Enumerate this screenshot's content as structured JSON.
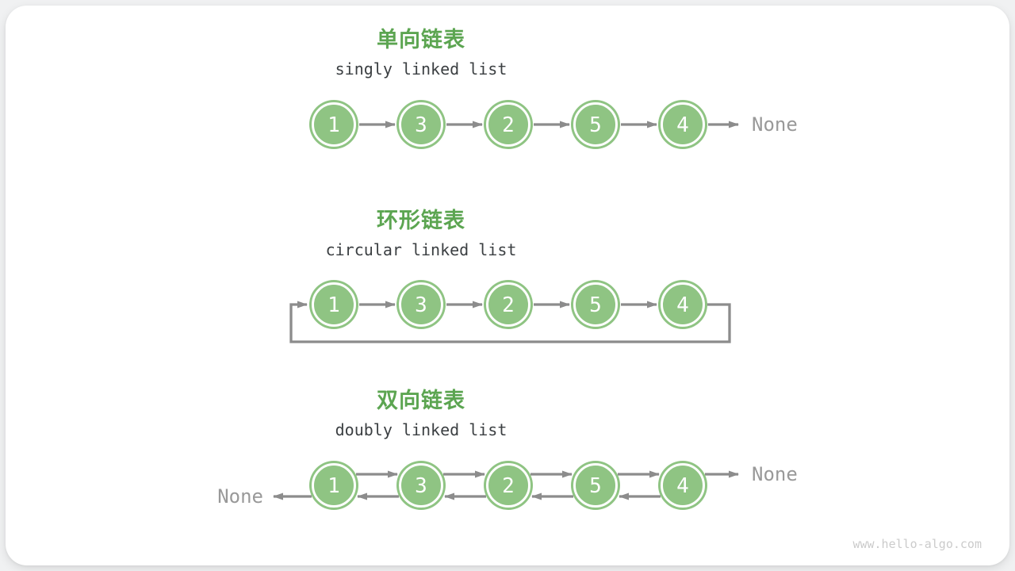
{
  "watermark": "www.hello-algo.com",
  "colors": {
    "page_bg": "#F0F1F2",
    "card_bg": "#FFFFFF",
    "title": "#5CA551",
    "subtitle": "#3B3F42",
    "node_fill": "#8FC483",
    "node_ring": "#FFFFFF",
    "node_text": "#FFFFFF",
    "arrow": "#8C8C8C",
    "none_text": "#999999",
    "watermark": "#CBCBCB"
  },
  "sections": [
    {
      "id": "singly",
      "title": "单向链表",
      "subtitle": "singly linked list",
      "type": "singly",
      "nodes": [
        "1",
        "3",
        "2",
        "5",
        "4"
      ],
      "tail_label": "None"
    },
    {
      "id": "circular",
      "title": "环形链表",
      "subtitle": "circular linked list",
      "type": "circular",
      "nodes": [
        "1",
        "3",
        "2",
        "5",
        "4"
      ]
    },
    {
      "id": "doubly",
      "title": "双向链表",
      "subtitle": "doubly linked list",
      "type": "doubly",
      "nodes": [
        "1",
        "3",
        "2",
        "5",
        "4"
      ],
      "head_label": "None",
      "tail_label": "None"
    }
  ]
}
